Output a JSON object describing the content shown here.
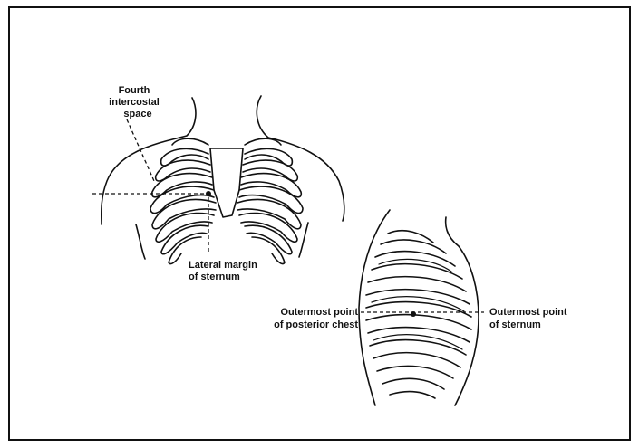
{
  "labels": {
    "fourth_intercostal_line1": "Fourth",
    "fourth_intercostal_line2": "intercostal",
    "fourth_intercostal_line3": "space",
    "lateral_margin_line1": "Lateral margin",
    "lateral_margin_line2": "of sternum",
    "posterior_line1": "Outermost point",
    "posterior_line2": "of posterior chest",
    "sternum_point_line1": "Outermost point",
    "sternum_point_line2": "of sternum"
  }
}
